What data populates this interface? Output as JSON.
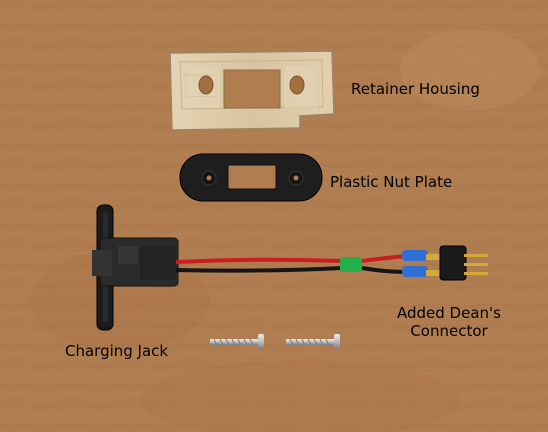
{
  "labels": {
    "retainer_housing": "Retainer Housing",
    "plastic_nut_plate": "Plastic Nut Plate",
    "added_deans_line1": "Added Dean's",
    "added_deans_line2": "Connector",
    "charging_jack": "Charging Jack"
  },
  "colors": {
    "wood_background": "#b07d50",
    "retainer_wood": "#dccaa8",
    "nut_plate": "#1e1e1e",
    "wire_red": "#c81e1e",
    "wire_black": "#151515",
    "heatshrink_green": "#22b04a",
    "heatshrink_blue": "#2f6fd6",
    "pins_gold": "#d4a93c",
    "screw_steel": "#c9c9c9"
  }
}
